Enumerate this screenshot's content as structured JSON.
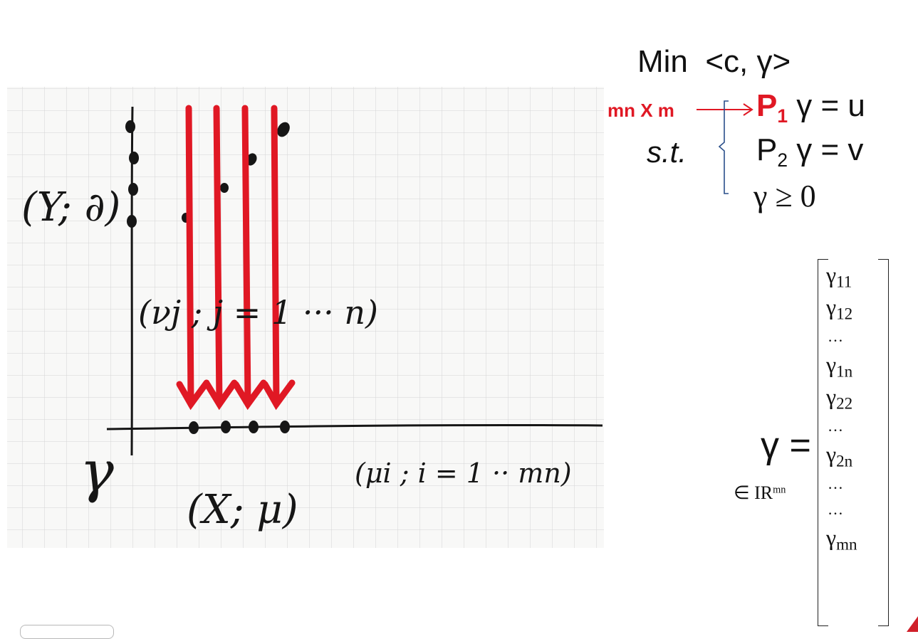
{
  "problem": {
    "objective_prefix": "Min",
    "objective_expr": "<c, γ>",
    "st_label": "s.t.",
    "dim_label": "mn X m",
    "c1_matrix": "P",
    "c1_sub": "1",
    "c1_rest": "γ = u",
    "c2_matrix": "P",
    "c2_sub": "2",
    "c2_rest": "γ = v",
    "c3": "γ ≥ 0"
  },
  "vector": {
    "lhs": "γ =",
    "membership_prefix": "∈ IR",
    "membership_sup": "mn",
    "entries": [
      {
        "g": "γ",
        "sub": "11"
      },
      {
        "g": "γ",
        "sub": "12"
      },
      {
        "g": "…",
        "sub": ""
      },
      {
        "g": "γ",
        "sub": "1n"
      },
      {
        "g": "γ",
        "sub": "22"
      },
      {
        "g": "…",
        "sub": ""
      },
      {
        "g": "γ",
        "sub": "2n"
      },
      {
        "g": "…",
        "sub": ""
      },
      {
        "g": "…",
        "sub": ""
      },
      {
        "g": "γ",
        "sub": "mn"
      }
    ]
  },
  "sketch": {
    "y_axis_label": "(Y; ∂)",
    "nu_label": "(νj ; j = 1 ··· n)",
    "gamma_label": "γ",
    "mu_label": "(μi ; i = 1 ·· mn)",
    "x_axis_label": "(X; μ)"
  },
  "colors": {
    "accent_red": "#e01824",
    "ink": "#161616",
    "grid": "#d4d4d4",
    "brace_blue": "#2a4f8a"
  }
}
